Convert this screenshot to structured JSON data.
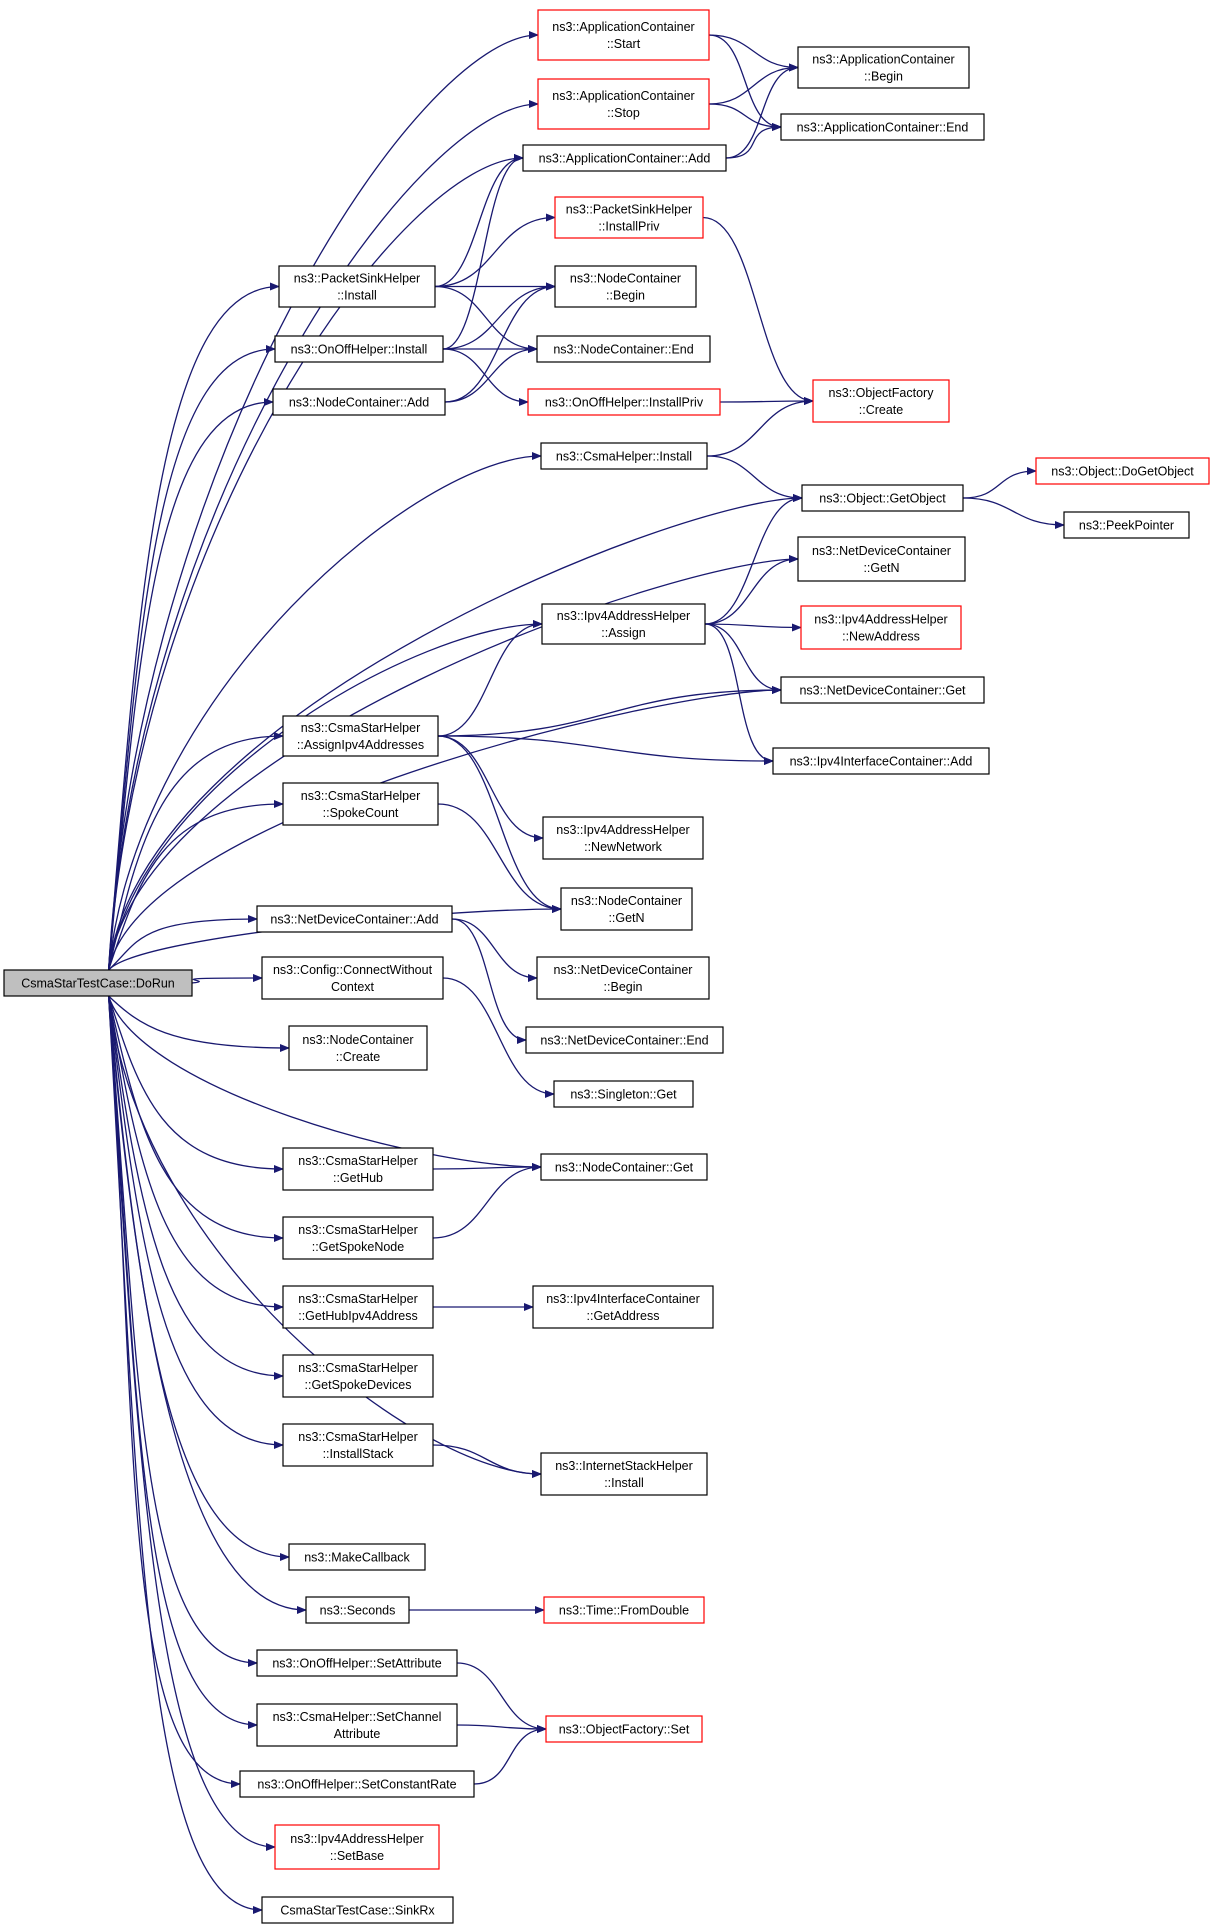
{
  "nodes": [
    {
      "id": "root",
      "lines": [
        "CsmaStarTestCase::DoRun"
      ],
      "style": "root"
    },
    {
      "id": "appStart",
      "lines": [
        "ns3::ApplicationContainer",
        "::Start"
      ],
      "style": "red"
    },
    {
      "id": "appStop",
      "lines": [
        "ns3::ApplicationContainer",
        "::Stop"
      ],
      "style": "red"
    },
    {
      "id": "appAdd",
      "lines": [
        "ns3::ApplicationContainer::Add"
      ],
      "style": "black"
    },
    {
      "id": "appBegin",
      "lines": [
        "ns3::ApplicationContainer",
        "::Begin"
      ],
      "style": "black"
    },
    {
      "id": "appEnd",
      "lines": [
        "ns3::ApplicationContainer::End"
      ],
      "style": "black"
    },
    {
      "id": "pshInstall",
      "lines": [
        "ns3::PacketSinkHelper",
        "::Install"
      ],
      "style": "black"
    },
    {
      "id": "pshInstallPriv",
      "lines": [
        "ns3::PacketSinkHelper",
        "::InstallPriv"
      ],
      "style": "red"
    },
    {
      "id": "ncBegin",
      "lines": [
        "ns3::NodeContainer",
        "::Begin"
      ],
      "style": "black"
    },
    {
      "id": "onoffInstall",
      "lines": [
        "ns3::OnOffHelper::Install"
      ],
      "style": "black"
    },
    {
      "id": "ncEnd",
      "lines": [
        "ns3::NodeContainer::End"
      ],
      "style": "black"
    },
    {
      "id": "ncAdd",
      "lines": [
        "ns3::NodeContainer::Add"
      ],
      "style": "black"
    },
    {
      "id": "onoffInstallPriv",
      "lines": [
        "ns3::OnOffHelper::InstallPriv"
      ],
      "style": "red"
    },
    {
      "id": "ofCreate",
      "lines": [
        "ns3::ObjectFactory",
        "::Create"
      ],
      "style": "red"
    },
    {
      "id": "csmaInstall",
      "lines": [
        "ns3::CsmaHelper::Install"
      ],
      "style": "black"
    },
    {
      "id": "getObject",
      "lines": [
        "ns3::Object::GetObject"
      ],
      "style": "black"
    },
    {
      "id": "doGetObject",
      "lines": [
        "ns3::Object::DoGetObject"
      ],
      "style": "red"
    },
    {
      "id": "peekPointer",
      "lines": [
        "ns3::PeekPointer"
      ],
      "style": "black"
    },
    {
      "id": "ndcGetN",
      "lines": [
        "ns3::NetDeviceContainer",
        "::GetN"
      ],
      "style": "black"
    },
    {
      "id": "ipv4Assign",
      "lines": [
        "ns3::Ipv4AddressHelper",
        "::Assign"
      ],
      "style": "black"
    },
    {
      "id": "ipv4NewAddr",
      "lines": [
        "ns3::Ipv4AddressHelper",
        "::NewAddress"
      ],
      "style": "red"
    },
    {
      "id": "ndcGet",
      "lines": [
        "ns3::NetDeviceContainer::Get"
      ],
      "style": "black"
    },
    {
      "id": "cshAssign",
      "lines": [
        "ns3::CsmaStarHelper",
        "::AssignIpv4Addresses"
      ],
      "style": "black"
    },
    {
      "id": "iicAdd",
      "lines": [
        "ns3::Ipv4InterfaceContainer::Add"
      ],
      "style": "black"
    },
    {
      "id": "ipv4NewNet",
      "lines": [
        "ns3::Ipv4AddressHelper",
        "::NewNetwork"
      ],
      "style": "black"
    },
    {
      "id": "cshSpoke",
      "lines": [
        "ns3::CsmaStarHelper",
        "::SpokeCount"
      ],
      "style": "black"
    },
    {
      "id": "ncGetN",
      "lines": [
        "ns3::NodeContainer",
        "::GetN"
      ],
      "style": "black"
    },
    {
      "id": "ndcAdd",
      "lines": [
        "ns3::NetDeviceContainer::Add"
      ],
      "style": "black"
    },
    {
      "id": "ndcBegin",
      "lines": [
        "ns3::NetDeviceContainer",
        "::Begin"
      ],
      "style": "black"
    },
    {
      "id": "cfgConnect",
      "lines": [
        "ns3::Config::ConnectWithout",
        "Context"
      ],
      "style": "black"
    },
    {
      "id": "ndcEnd",
      "lines": [
        "ns3::NetDeviceContainer::End"
      ],
      "style": "black"
    },
    {
      "id": "ncCreate",
      "lines": [
        "ns3::NodeContainer",
        "::Create"
      ],
      "style": "black"
    },
    {
      "id": "singletonGet",
      "lines": [
        "ns3::Singleton::Get"
      ],
      "style": "black"
    },
    {
      "id": "cshGetHub",
      "lines": [
        "ns3::CsmaStarHelper",
        "::GetHub"
      ],
      "style": "black"
    },
    {
      "id": "ncGet",
      "lines": [
        "ns3::NodeContainer::Get"
      ],
      "style": "black"
    },
    {
      "id": "cshGetSpokeNode",
      "lines": [
        "ns3::CsmaStarHelper",
        "::GetSpokeNode"
      ],
      "style": "black"
    },
    {
      "id": "cshGetHubIpv4",
      "lines": [
        "ns3::CsmaStarHelper",
        "::GetHubIpv4Address"
      ],
      "style": "black"
    },
    {
      "id": "iicGetAddress",
      "lines": [
        "ns3::Ipv4InterfaceContainer",
        "::GetAddress"
      ],
      "style": "black"
    },
    {
      "id": "cshGetSpokeDevices",
      "lines": [
        "ns3::CsmaStarHelper",
        "::GetSpokeDevices"
      ],
      "style": "black"
    },
    {
      "id": "cshInstallStack",
      "lines": [
        "ns3::CsmaStarHelper",
        "::InstallStack"
      ],
      "style": "black"
    },
    {
      "id": "ishInstall",
      "lines": [
        "ns3::InternetStackHelper",
        "::Install"
      ],
      "style": "black"
    },
    {
      "id": "makeCallback",
      "lines": [
        "ns3::MakeCallback"
      ],
      "style": "black"
    },
    {
      "id": "seconds",
      "lines": [
        "ns3::Seconds"
      ],
      "style": "black"
    },
    {
      "id": "timeFromDouble",
      "lines": [
        "ns3::Time::FromDouble"
      ],
      "style": "red"
    },
    {
      "id": "onoffSetAttr",
      "lines": [
        "ns3::OnOffHelper::SetAttribute"
      ],
      "style": "black"
    },
    {
      "id": "csmaSetChan",
      "lines": [
        "ns3::CsmaHelper::SetChannel",
        "Attribute"
      ],
      "style": "black"
    },
    {
      "id": "ofSet",
      "lines": [
        "ns3::ObjectFactory::Set"
      ],
      "style": "red"
    },
    {
      "id": "onoffSetRate",
      "lines": [
        "ns3::OnOffHelper::SetConstantRate"
      ],
      "style": "black"
    },
    {
      "id": "ipv4SetBase",
      "lines": [
        "ns3::Ipv4AddressHelper",
        "::SetBase"
      ],
      "style": "red"
    },
    {
      "id": "sinkRx",
      "lines": [
        "CsmaStarTestCase::SinkRx"
      ],
      "style": "black"
    }
  ],
  "edges": [
    [
      "root",
      "appStart"
    ],
    [
      "root",
      "appStop"
    ],
    [
      "root",
      "appAdd"
    ],
    [
      "root",
      "pshInstall"
    ],
    [
      "root",
      "onoffInstall"
    ],
    [
      "root",
      "ncAdd"
    ],
    [
      "root",
      "csmaInstall"
    ],
    [
      "root",
      "getObject"
    ],
    [
      "root",
      "ndcGetN"
    ],
    [
      "root",
      "ipv4Assign"
    ],
    [
      "root",
      "ndcGet"
    ],
    [
      "root",
      "cshAssign"
    ],
    [
      "root",
      "cshSpoke"
    ],
    [
      "root",
      "ncGetN"
    ],
    [
      "root",
      "ndcAdd"
    ],
    [
      "root",
      "cfgConnect"
    ],
    [
      "root",
      "ncCreate"
    ],
    [
      "root",
      "ncGet"
    ],
    [
      "root",
      "cshGetHub"
    ],
    [
      "root",
      "cshGetSpokeNode"
    ],
    [
      "root",
      "cshGetHubIpv4"
    ],
    [
      "root",
      "cshGetSpokeDevices"
    ],
    [
      "root",
      "cshInstallStack"
    ],
    [
      "root",
      "ishInstall"
    ],
    [
      "root",
      "makeCallback"
    ],
    [
      "root",
      "seconds"
    ],
    [
      "root",
      "onoffSetAttr"
    ],
    [
      "root",
      "csmaSetChan"
    ],
    [
      "root",
      "onoffSetRate"
    ],
    [
      "root",
      "ipv4SetBase"
    ],
    [
      "root",
      "sinkRx"
    ],
    [
      "appStart",
      "appBegin"
    ],
    [
      "appStart",
      "appEnd"
    ],
    [
      "appStop",
      "appBegin"
    ],
    [
      "appStop",
      "appEnd"
    ],
    [
      "appAdd",
      "appBegin"
    ],
    [
      "appAdd",
      "appEnd"
    ],
    [
      "pshInstall",
      "appAdd"
    ],
    [
      "pshInstall",
      "pshInstallPriv"
    ],
    [
      "pshInstall",
      "ncBegin"
    ],
    [
      "pshInstall",
      "ncEnd"
    ],
    [
      "onoffInstall",
      "appAdd"
    ],
    [
      "onoffInstall",
      "ncBegin"
    ],
    [
      "onoffInstall",
      "ncEnd"
    ],
    [
      "onoffInstall",
      "onoffInstallPriv"
    ],
    [
      "ncAdd",
      "ncBegin"
    ],
    [
      "ncAdd",
      "ncEnd"
    ],
    [
      "pshInstallPriv",
      "ofCreate"
    ],
    [
      "onoffInstallPriv",
      "ofCreate"
    ],
    [
      "csmaInstall",
      "ofCreate"
    ],
    [
      "csmaInstall",
      "getObject"
    ],
    [
      "getObject",
      "doGetObject"
    ],
    [
      "getObject",
      "peekPointer"
    ],
    [
      "ipv4Assign",
      "getObject"
    ],
    [
      "ipv4Assign",
      "ndcGetN"
    ],
    [
      "ipv4Assign",
      "ipv4NewAddr"
    ],
    [
      "ipv4Assign",
      "ndcGet"
    ],
    [
      "ipv4Assign",
      "iicAdd"
    ],
    [
      "cshAssign",
      "ipv4Assign"
    ],
    [
      "cshAssign",
      "ndcGet"
    ],
    [
      "cshAssign",
      "iicAdd"
    ],
    [
      "cshAssign",
      "ipv4NewNet"
    ],
    [
      "cshAssign",
      "ncGetN"
    ],
    [
      "cshSpoke",
      "ncGetN"
    ],
    [
      "ndcAdd",
      "ndcBegin"
    ],
    [
      "ndcAdd",
      "ndcEnd"
    ],
    [
      "cfgConnect",
      "singletonGet"
    ],
    [
      "cshGetHub",
      "ncGet"
    ],
    [
      "cshGetSpokeNode",
      "ncGet"
    ],
    [
      "cshGetHubIpv4",
      "iicGetAddress"
    ],
    [
      "cshInstallStack",
      "ishInstall"
    ],
    [
      "seconds",
      "timeFromDouble"
    ],
    [
      "onoffSetAttr",
      "ofSet"
    ],
    [
      "csmaSetChan",
      "ofSet"
    ],
    [
      "onoffSetRate",
      "ofSet"
    ]
  ]
}
